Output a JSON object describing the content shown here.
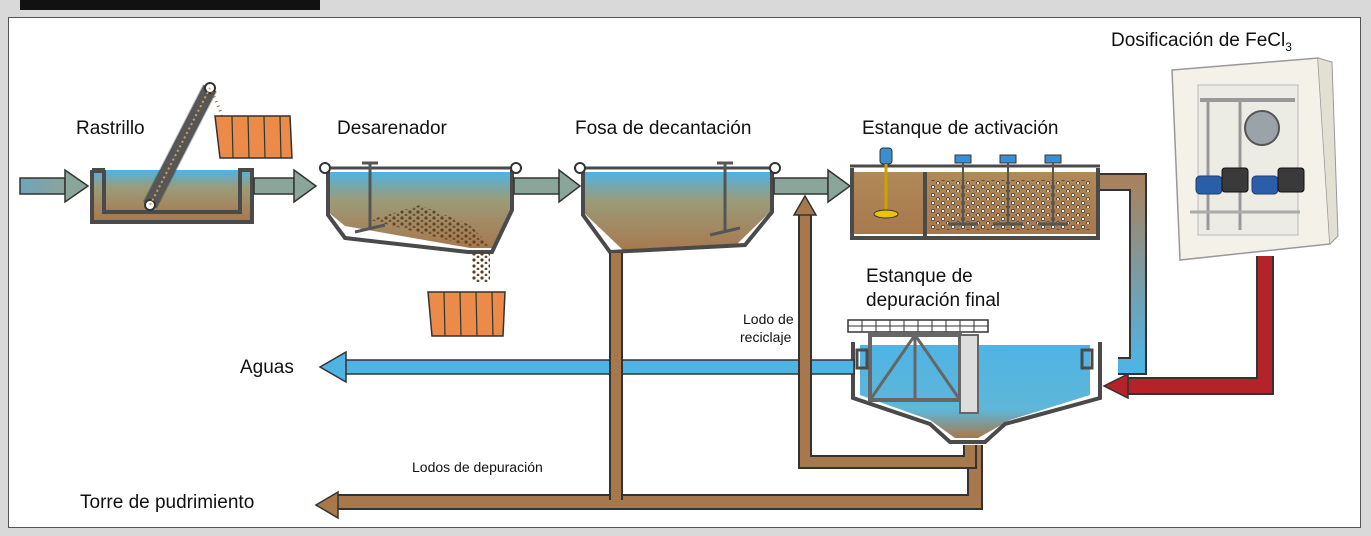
{
  "header": {
    "title_fragment": "...p............p......p...."
  },
  "labels": {
    "rastrillo": "Rastrillo",
    "desarenador": "Desarenador",
    "fosa": "Fosa de decantación",
    "activacion": "Estanque de activación",
    "depuracion_line1": "Estanque de",
    "depuracion_line2": "depuración final",
    "dosificacion": "Dosificación de FeCl",
    "dosificacion_sub": "3",
    "lodo_reciclaje_line1": "Lodo de",
    "lodo_reciclaje_line2": "reciclaje",
    "aguas": "Aguas",
    "lodos_depuracion": "Lodos de depuración",
    "torre": "Torre de pudrimiento"
  },
  "colors": {
    "water_blue": "#4fb4e4",
    "sludge_brown": "#a8784d",
    "fecl3_red": "#b4232a",
    "bin_orange": "#ec8a4a",
    "tank_gray": "#4a4a4a",
    "arrow_gray_blue": "#7ea5b0"
  }
}
